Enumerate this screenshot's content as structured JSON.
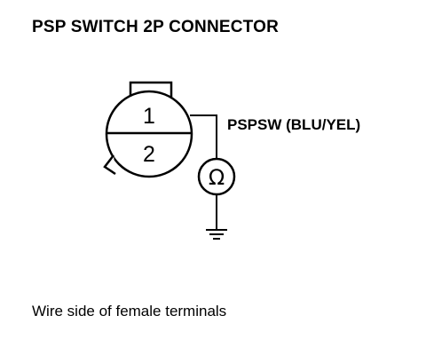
{
  "title": "PSP SWITCH 2P CONNECTOR",
  "connector": {
    "pin_1": "1",
    "pin_2": "2"
  },
  "wire_label": "PSPSW (BLU/YEL)",
  "meter_symbol": "Ω",
  "caption": "Wire side of female terminals"
}
